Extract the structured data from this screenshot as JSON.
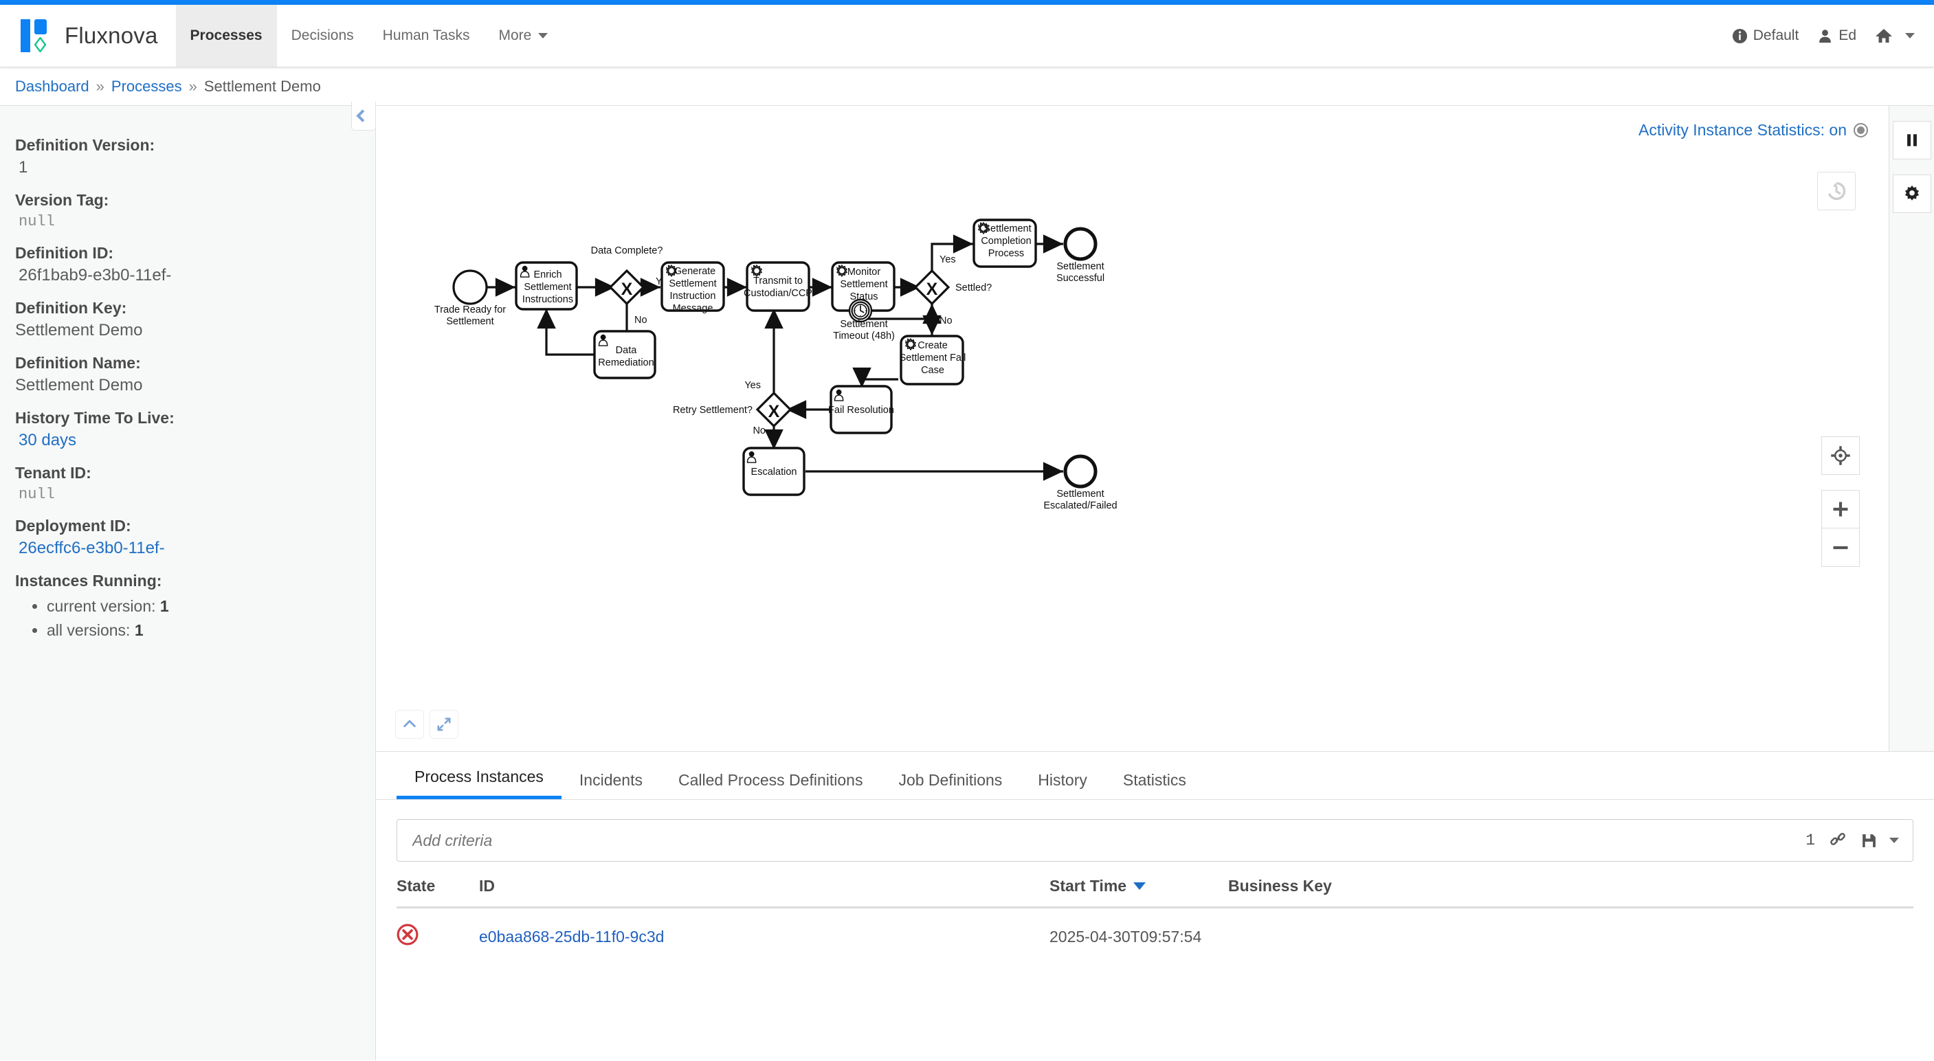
{
  "app": {
    "brand": "Fluxnova",
    "nav": [
      {
        "label": "Processes",
        "active": true
      },
      {
        "label": "Decisions",
        "active": false
      },
      {
        "label": "Human Tasks",
        "active": false
      },
      {
        "label": "More",
        "active": false,
        "caret": true
      }
    ],
    "right": [
      {
        "label": "Default",
        "icon": "info-icon"
      },
      {
        "label": "Ed",
        "icon": "user-icon"
      },
      {
        "label": "",
        "icon": "home-icon",
        "caret": true
      }
    ]
  },
  "breadcrumb": {
    "items": [
      {
        "label": "Dashboard",
        "link": true
      },
      {
        "label": "Processes",
        "link": true
      },
      {
        "label": "Settlement Demo",
        "link": false
      }
    ],
    "separator": "»"
  },
  "sidebar": {
    "fields": [
      {
        "key": "Definition Version:",
        "value": "1",
        "style": "mono-id"
      },
      {
        "key": "Version Tag:",
        "value": "null",
        "style": "mono"
      },
      {
        "key": "Definition ID:",
        "value": "26f1bab9-e3b0-11ef-",
        "style": "mono-id"
      },
      {
        "key": "Definition Key:",
        "value": "Settlement Demo",
        "style": "plain"
      },
      {
        "key": "Definition Name:",
        "value": "Settlement Demo",
        "style": "plain"
      },
      {
        "key": "History Time To Live:",
        "value": "30 days",
        "style": "link"
      },
      {
        "key": "Tenant ID:",
        "value": "null",
        "style": "mono"
      },
      {
        "key": "Deployment ID:",
        "value": "26ecffc6-e3b0-11ef-",
        "style": "link"
      }
    ],
    "instances_label": "Instances Running:",
    "instances": [
      {
        "label": "current version:",
        "value": "1"
      },
      {
        "label": "all versions:",
        "value": "1"
      }
    ]
  },
  "canvas": {
    "stats_toggle": "Activity Instance Statistics: on",
    "history_icon": "history-icon",
    "center_icon": "center-target-icon",
    "zoom_in_icon": "plus-icon",
    "zoom_out_icon": "minus-icon",
    "collapse_icon": "chevron-up-icon",
    "expand_icon": "expand-diagonal-icon",
    "rail": [
      {
        "icon": "pause-icon"
      },
      {
        "icon": "gear-icon"
      }
    ]
  },
  "diagram": {
    "title": "Settlement Demo",
    "nodes": [
      {
        "id": "start",
        "type": "start-event",
        "label": "Trade Ready for Settlement"
      },
      {
        "id": "enrich",
        "type": "user-task",
        "label": "Enrich Settlement Instructions"
      },
      {
        "id": "gw-data",
        "type": "exclusive-gateway",
        "label": "Data Complete?"
      },
      {
        "id": "remediate",
        "type": "user-task",
        "label": "Data Remediation"
      },
      {
        "id": "generate",
        "type": "service-task",
        "label": "Generate Settlement Instruction Message"
      },
      {
        "id": "transmit",
        "type": "service-task",
        "label": "Transmit to Custodian/CCP"
      },
      {
        "id": "monitor",
        "type": "service-task",
        "label": "Monitor Settlement Status",
        "boundary": "timer",
        "boundary_label": "Settlement Timeout (48h)"
      },
      {
        "id": "gw-settled",
        "type": "exclusive-gateway",
        "label": "Settled?"
      },
      {
        "id": "completion",
        "type": "service-task",
        "label": "Settlement Completion Process"
      },
      {
        "id": "end-ok",
        "type": "end-event",
        "label": "Settlement Successful"
      },
      {
        "id": "failcase",
        "type": "service-task",
        "label": "Create Settlement Fail Case"
      },
      {
        "id": "failres",
        "type": "user-task",
        "label": "Fail Resolution"
      },
      {
        "id": "gw-retry",
        "type": "exclusive-gateway",
        "label": "Retry Settlement?"
      },
      {
        "id": "escalate",
        "type": "user-task",
        "label": "Escalation"
      },
      {
        "id": "end-fail",
        "type": "end-event",
        "label": "Settlement Escalated/Failed"
      }
    ],
    "flow_labels": {
      "data_yes": "Yes",
      "data_no": "No",
      "settled_yes": "Yes",
      "settled_no": "No",
      "retry_yes": "Yes",
      "retry_no": "No"
    }
  },
  "tabs": [
    {
      "label": "Process Instances",
      "active": true
    },
    {
      "label": "Incidents",
      "active": false
    },
    {
      "label": "Called Process Definitions",
      "active": false
    },
    {
      "label": "Job Definitions",
      "active": false
    },
    {
      "label": "History",
      "active": false
    },
    {
      "label": "Statistics",
      "active": false
    }
  ],
  "filter": {
    "placeholder": "Add criteria",
    "value": "",
    "count": "1",
    "link_icon": "link-icon",
    "save_icon": "save-icon"
  },
  "table": {
    "columns": [
      "State",
      "ID",
      "Start Time",
      "Business Key"
    ],
    "sorted_column": "Start Time",
    "sort_direction": "desc",
    "rows": [
      {
        "state": "incident",
        "state_icon": "error-circle-icon",
        "id": "e0baa868-25db-11f0-9c3d",
        "start_time": "2025-04-30T09:57:54",
        "business_key": ""
      }
    ]
  },
  "colors": {
    "accent": "#0d82f5",
    "link": "#1f6fc4",
    "error": "#d0393e",
    "text": "#555555"
  }
}
